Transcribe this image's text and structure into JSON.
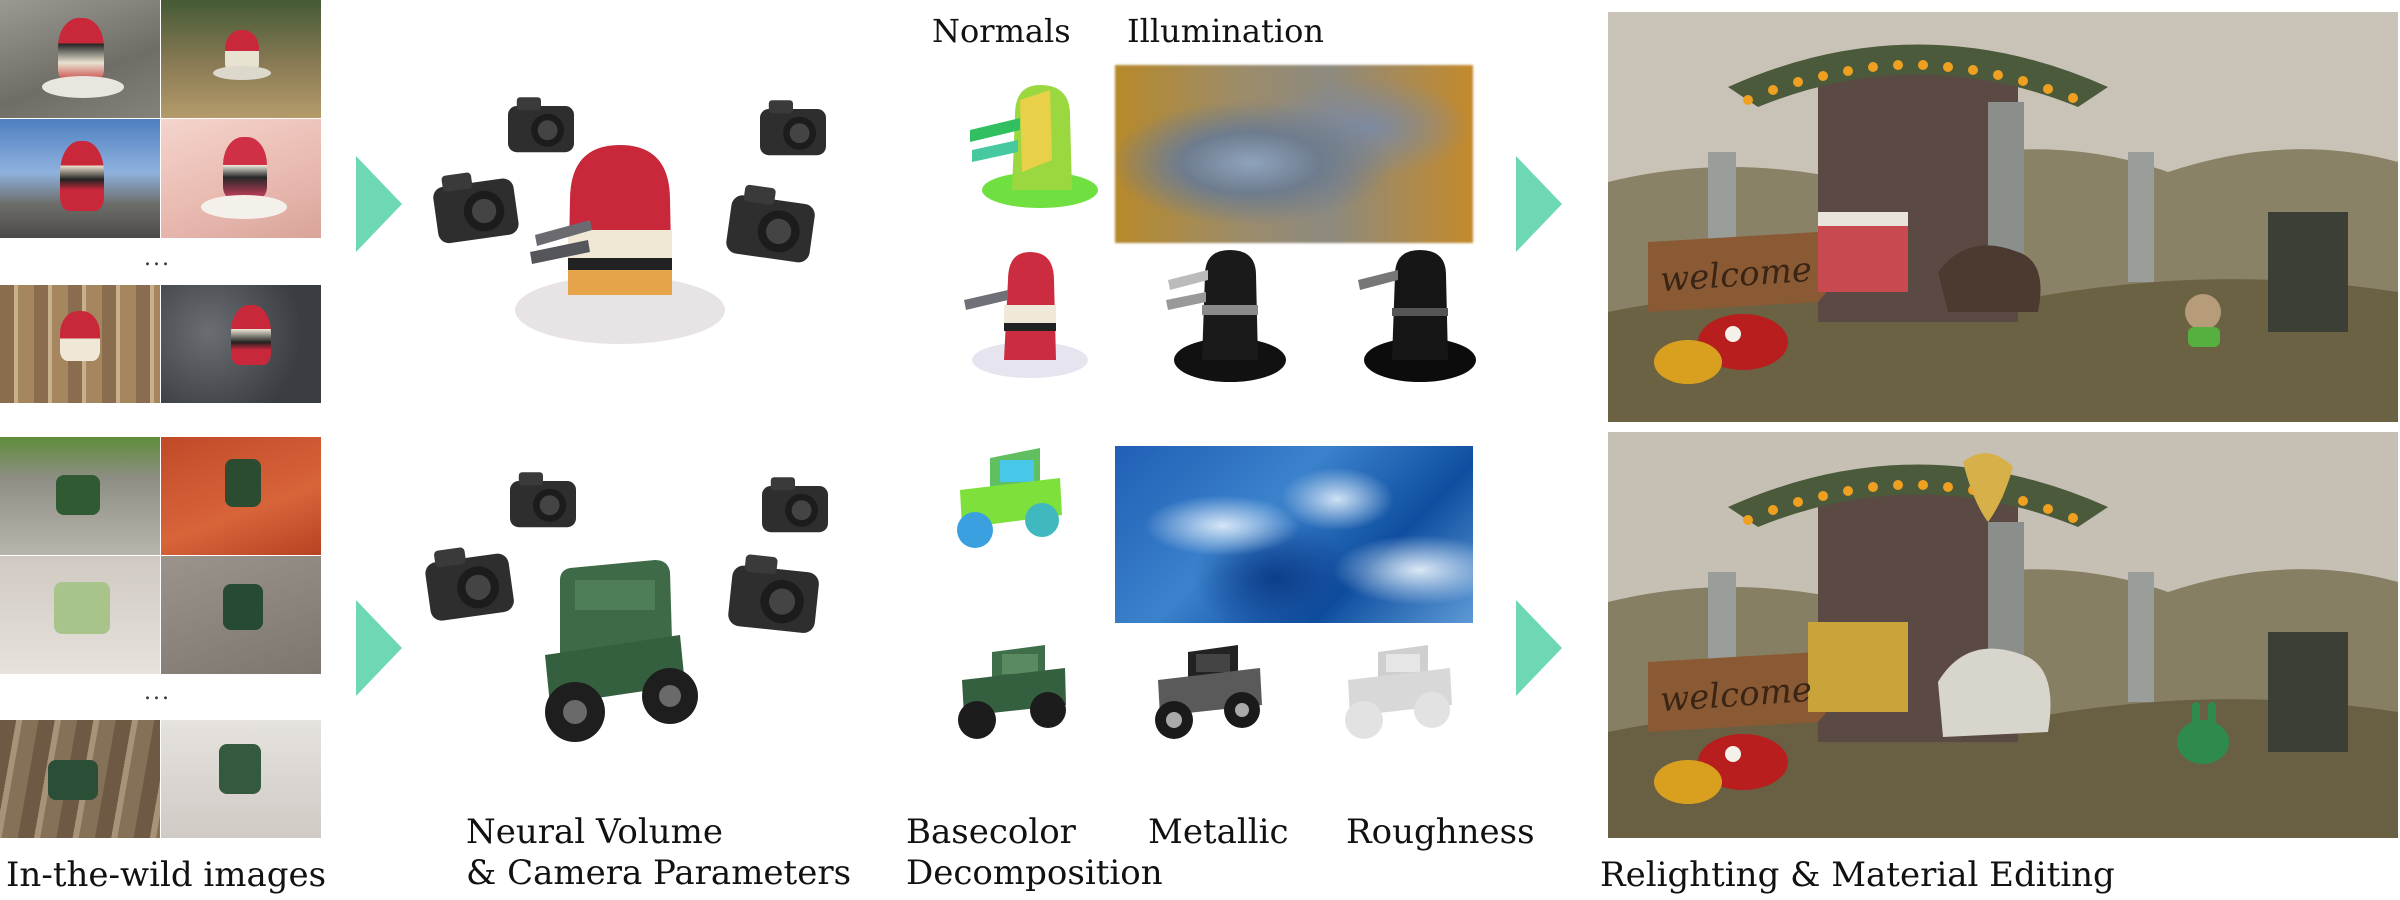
{
  "labels": {
    "wild": "In-the-wild images",
    "volume_line1": "Neural Volume",
    "volume_line2": "& Camera Parameters",
    "basecolor_line1": "Basecolor",
    "basecolor_line2": "Decomposition",
    "metallic": "Metallic",
    "roughness": "Roughness",
    "relight": "Relighting & Material Editing",
    "normals": "Normals",
    "illumination": "Illumination",
    "ellipsis_top": "...",
    "ellipsis_bottom": "..."
  },
  "sign_text": "welcome",
  "colors": {
    "arrow": "#6ed8b4",
    "camera": "#2e2e2e"
  }
}
